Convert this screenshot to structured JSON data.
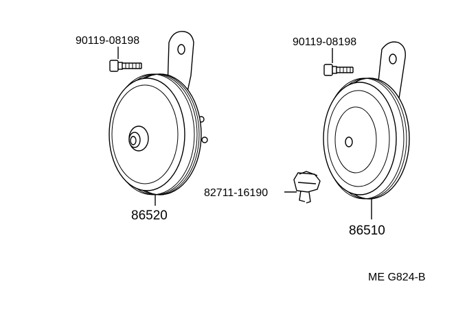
{
  "labels": {
    "bolt_left": "90119-08198",
    "bolt_right": "90119-08198",
    "horn_left": "86520",
    "horn_right": "86510",
    "clip": "82711-16190",
    "diagram_code": "ME G824-B"
  }
}
